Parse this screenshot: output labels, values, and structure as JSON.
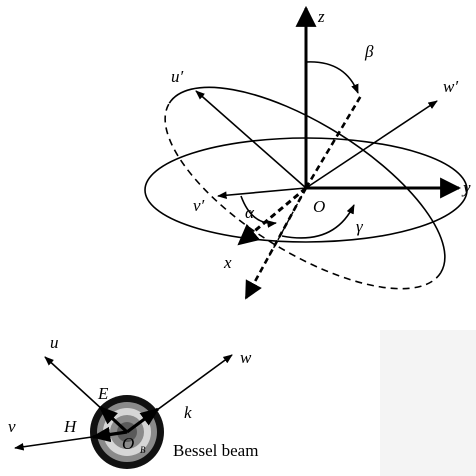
{
  "top_diagram": {
    "axes": {
      "z": "z",
      "y": "y",
      "x": "x"
    },
    "rotated_axes": {
      "u_prime": "u′",
      "v_prime": "v′",
      "w_prime": "w′"
    },
    "origin": "O",
    "angles": {
      "alpha": "α",
      "beta": "β",
      "gamma": "γ"
    }
  },
  "bottom_diagram": {
    "axes": {
      "u": "u",
      "v": "v",
      "w": "w"
    },
    "fields": {
      "E": "E",
      "H": "H",
      "k": "k"
    },
    "origin": "O",
    "origin_subscript": "B",
    "beam_label": "Bessel beam"
  },
  "colors": {
    "stroke": "#000000",
    "ring_outer": "#111111",
    "ring_mid": "#8a8a8a",
    "ring_inner": "#d6d6d6",
    "core": "#5a5a5a",
    "panel": "#f4f4f4"
  }
}
